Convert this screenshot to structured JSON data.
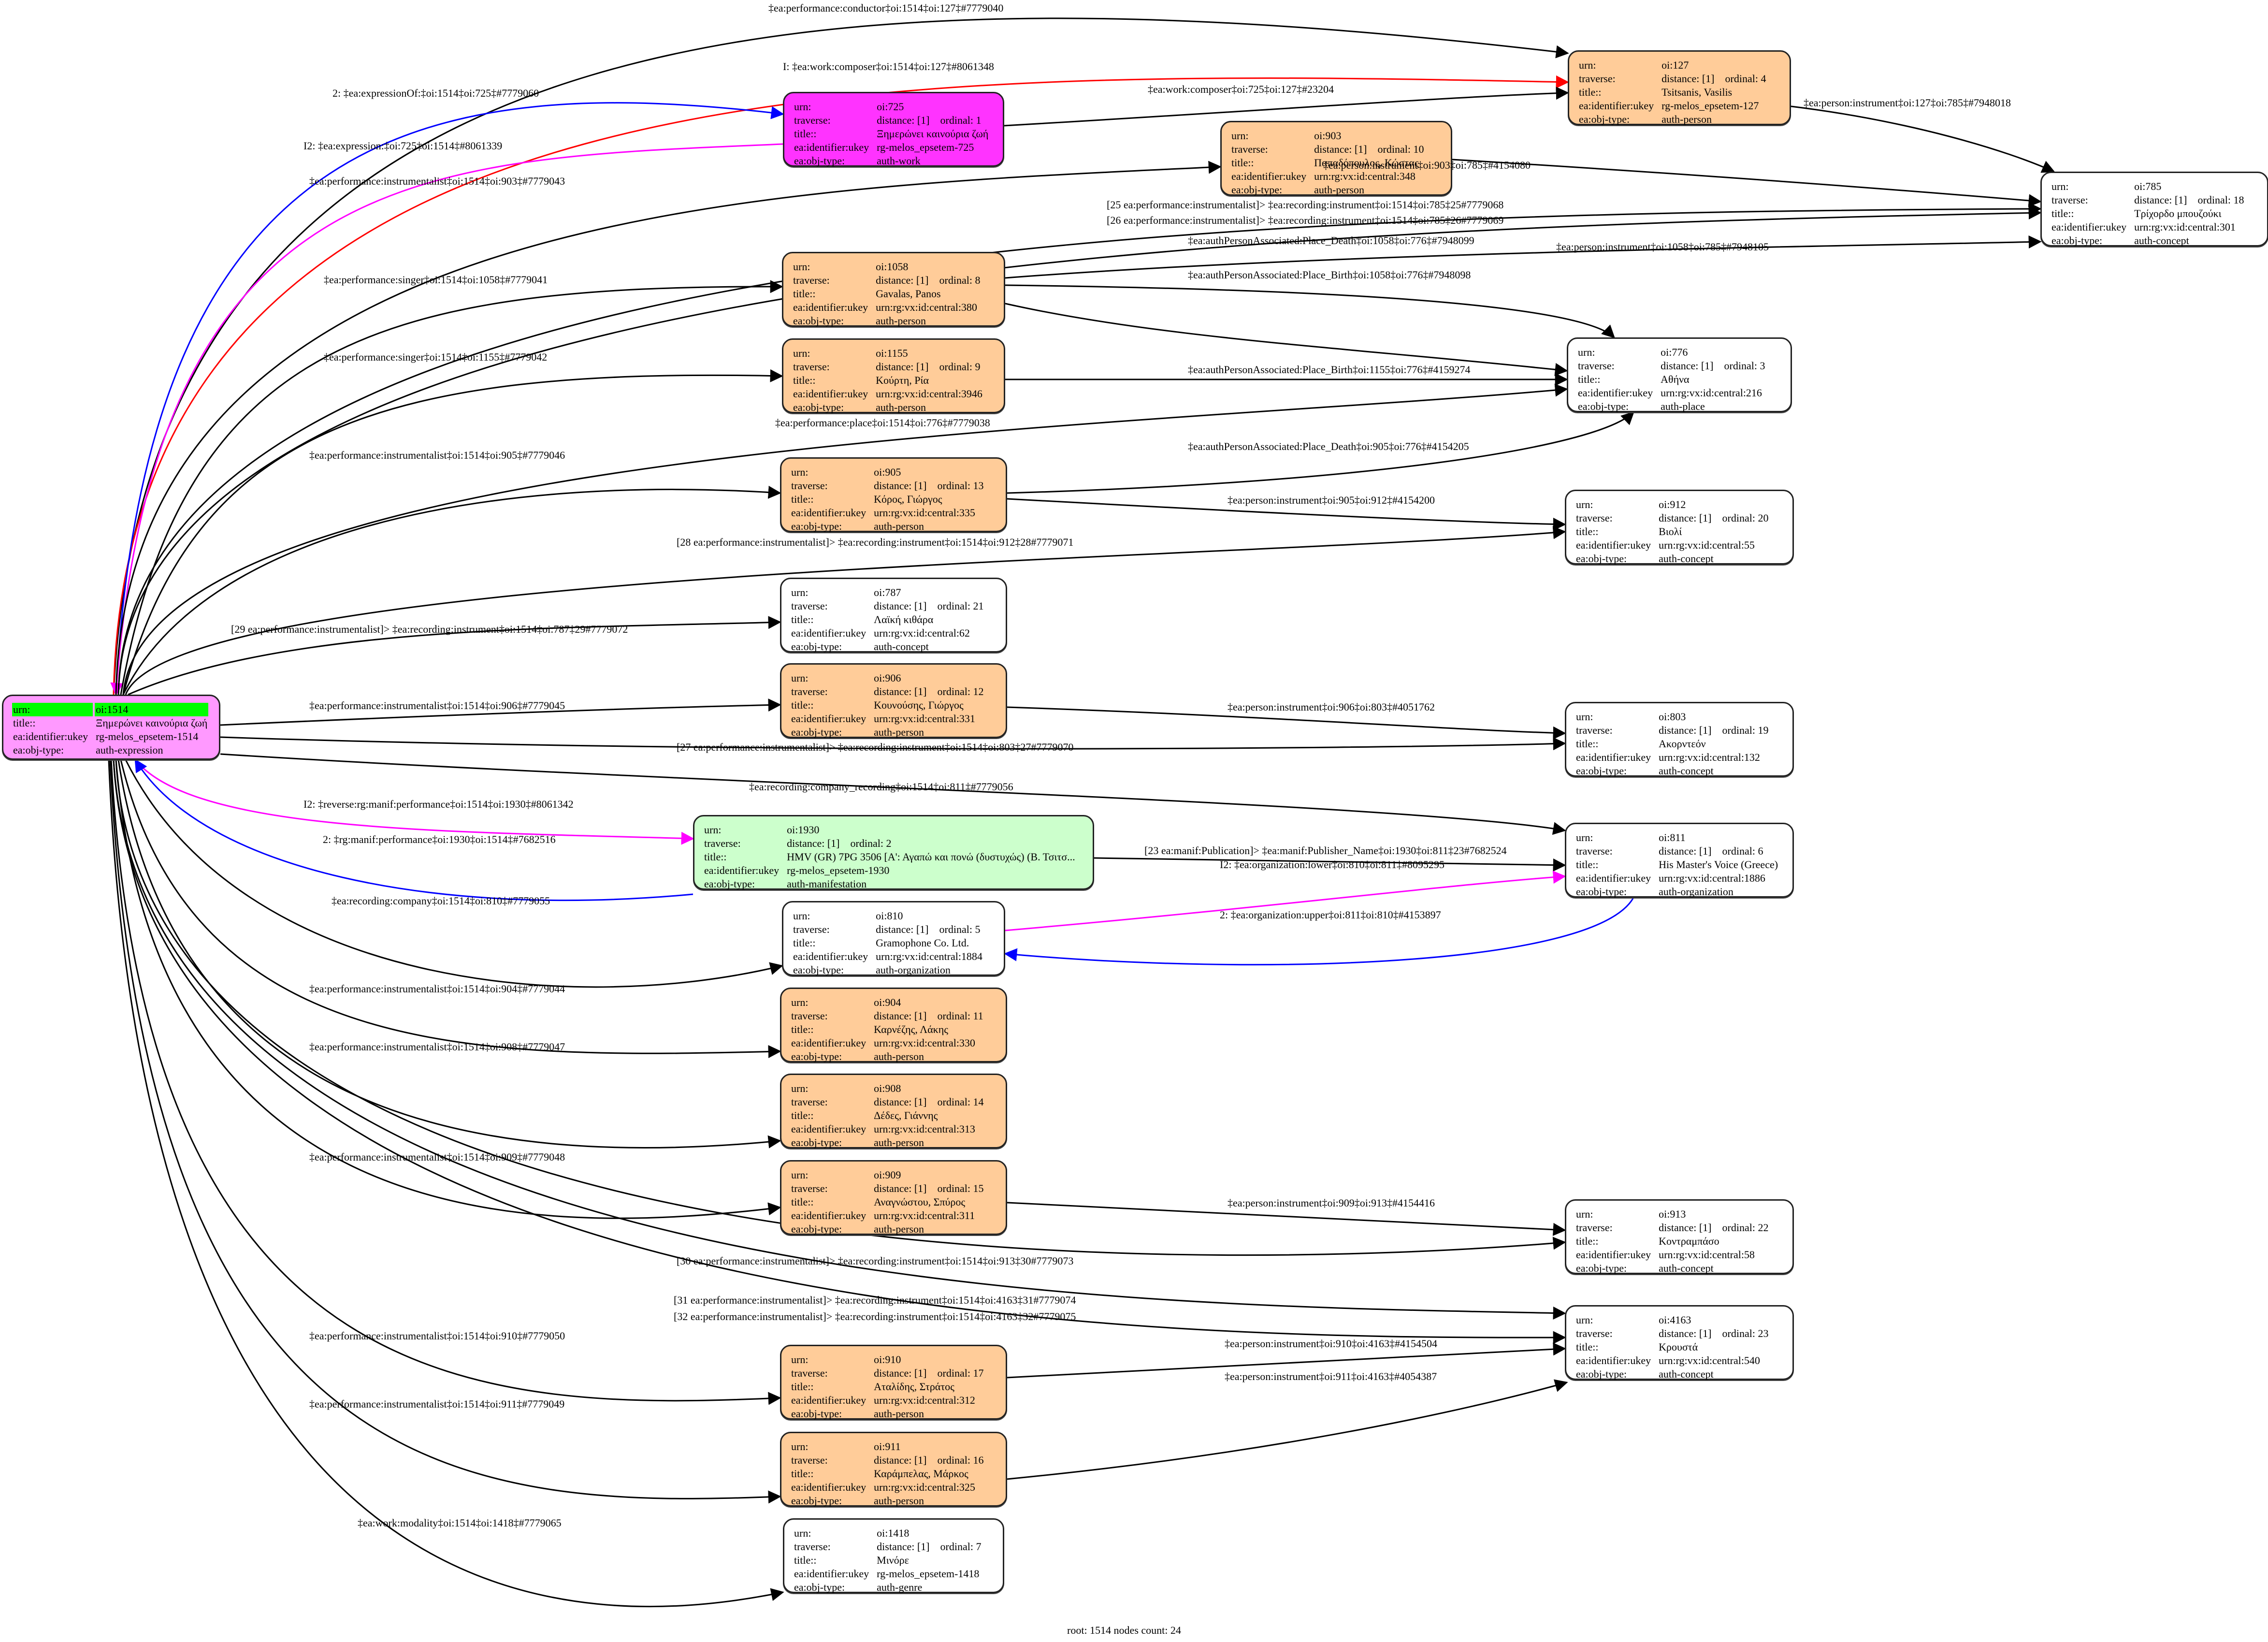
{
  "footer": "root: 1514 nodes count: 24",
  "colors": {
    "person": "#ffcc99",
    "work": "#ff33ff",
    "expression": "#ff99ff",
    "manifestation": "#ccffcc",
    "concept": "#ffffff",
    "root_highlight": "#00ff00",
    "edge_default": "#000000",
    "edge_red": "#ff0000",
    "edge_blue": "#0000ff",
    "edge_magenta": "#ff00ff"
  },
  "field_labels": {
    "urn": "urn:",
    "traverse": "traverse:",
    "title": "title::",
    "ukey": "ea:identifier:ukey",
    "type": "ea:obj-type:"
  },
  "nodes": [
    {
      "id": "oi:1514",
      "kind": "expression",
      "root": true,
      "title": "Ξημερώνει καινούρια ζωή",
      "ukey": "rg-melos_epsetem-1514",
      "type": "auth-expression"
    },
    {
      "id": "oi:725",
      "kind": "work",
      "distance": "distance: [1]",
      "ordinal": "ordinal: 1",
      "title": "Ξημερώνει καινούρια ζωή",
      "ukey": "rg-melos_epsetem-725",
      "type": "auth-work"
    },
    {
      "id": "oi:127",
      "kind": "person",
      "distance": "distance: [1]",
      "ordinal": "ordinal: 4",
      "title": "Tsitsanis, Vasilis",
      "ukey": "rg-melos_epsetem-127",
      "type": "auth-person"
    },
    {
      "id": "oi:903",
      "kind": "person",
      "distance": "distance: [1]",
      "ordinal": "ordinal: 10",
      "title": "Παπαδόπουλος, Κώστας",
      "ukey": "urn:rg:vx:id:central:348",
      "type": "auth-person"
    },
    {
      "id": "oi:785",
      "kind": "concept",
      "distance": "distance: [1]",
      "ordinal": "ordinal: 18",
      "title": "Τρίχορδο μπουζούκι",
      "ukey": "urn:rg:vx:id:central:301",
      "type": "auth-concept"
    },
    {
      "id": "oi:1058",
      "kind": "person",
      "distance": "distance: [1]",
      "ordinal": "ordinal: 8",
      "title": "Gavalas, Panos",
      "ukey": "urn:rg:vx:id:central:380",
      "type": "auth-person"
    },
    {
      "id": "oi:1155",
      "kind": "person",
      "distance": "distance: [1]",
      "ordinal": "ordinal: 9",
      "title": "Κούρτη, Ρία",
      "ukey": "urn:rg:vx:id:central:3946",
      "type": "auth-person"
    },
    {
      "id": "oi:776",
      "kind": "concept",
      "distance": "distance: [1]",
      "ordinal": "ordinal: 3",
      "title": "Αθήνα",
      "ukey": "urn:rg:vx:id:central:216",
      "type": "auth-place"
    },
    {
      "id": "oi:905",
      "kind": "person",
      "distance": "distance: [1]",
      "ordinal": "ordinal: 13",
      "title": "Κόρος, Γιώργος",
      "ukey": "urn:rg:vx:id:central:335",
      "type": "auth-person"
    },
    {
      "id": "oi:912",
      "kind": "concept",
      "distance": "distance: [1]",
      "ordinal": "ordinal: 20",
      "title": "Βιολί",
      "ukey": "urn:rg:vx:id:central:55",
      "type": "auth-concept"
    },
    {
      "id": "oi:787",
      "kind": "concept",
      "distance": "distance: [1]",
      "ordinal": "ordinal: 21",
      "title": "Λαϊκή κιθάρα",
      "ukey": "urn:rg:vx:id:central:62",
      "type": "auth-concept"
    },
    {
      "id": "oi:906",
      "kind": "person",
      "distance": "distance: [1]",
      "ordinal": "ordinal: 12",
      "title": "Κουνούσης, Γιώργος",
      "ukey": "urn:rg:vx:id:central:331",
      "type": "auth-person"
    },
    {
      "id": "oi:803",
      "kind": "concept",
      "distance": "distance: [1]",
      "ordinal": "ordinal: 19",
      "title": "Ακορντεόν",
      "ukey": "urn:rg:vx:id:central:132",
      "type": "auth-concept"
    },
    {
      "id": "oi:1930",
      "kind": "manifestation",
      "distance": "distance: [1]",
      "ordinal": "ordinal: 2",
      "title": "HMV (GR) 7PG 3506 [Α': Αγαπώ και πονώ (δυστυχώς) (Β. Τσιτσ...",
      "ukey": "rg-melos_epsetem-1930",
      "type": "auth-manifestation"
    },
    {
      "id": "oi:811",
      "kind": "concept",
      "distance": "distance: [1]",
      "ordinal": "ordinal: 6",
      "title": "His Master's Voice (Greece)",
      "ukey": "urn:rg:vx:id:central:1886",
      "type": "auth-organization"
    },
    {
      "id": "oi:810",
      "kind": "concept",
      "distance": "distance: [1]",
      "ordinal": "ordinal: 5",
      "title": "Gramophone Co. Ltd.",
      "ukey": "urn:rg:vx:id:central:1884",
      "type": "auth-organization"
    },
    {
      "id": "oi:904",
      "kind": "person",
      "distance": "distance: [1]",
      "ordinal": "ordinal: 11",
      "title": "Καρνέζης, Λάκης",
      "ukey": "urn:rg:vx:id:central:330",
      "type": "auth-person"
    },
    {
      "id": "oi:908",
      "kind": "person",
      "distance": "distance: [1]",
      "ordinal": "ordinal: 14",
      "title": "Δέδες, Γιάννης",
      "ukey": "urn:rg:vx:id:central:313",
      "type": "auth-person"
    },
    {
      "id": "oi:909",
      "kind": "person",
      "distance": "distance: [1]",
      "ordinal": "ordinal: 15",
      "title": "Αναγνώστου, Σπύρος",
      "ukey": "urn:rg:vx:id:central:311",
      "type": "auth-person"
    },
    {
      "id": "oi:913",
      "kind": "concept",
      "distance": "distance: [1]",
      "ordinal": "ordinal: 22",
      "title": "Κοντραμπάσο",
      "ukey": "urn:rg:vx:id:central:58",
      "type": "auth-concept"
    },
    {
      "id": "oi:4163",
      "kind": "concept",
      "distance": "distance: [1]",
      "ordinal": "ordinal: 23",
      "title": "Κρουστά",
      "ukey": "urn:rg:vx:id:central:540",
      "type": "auth-concept"
    },
    {
      "id": "oi:910",
      "kind": "person",
      "distance": "distance: [1]",
      "ordinal": "ordinal: 17",
      "title": "Αταλίδης, Στράτος",
      "ukey": "urn:rg:vx:id:central:312",
      "type": "auth-person"
    },
    {
      "id": "oi:911",
      "kind": "person",
      "distance": "distance: [1]",
      "ordinal": "ordinal: 16",
      "title": "Καράμπελας, Μάρκος",
      "ukey": "urn:rg:vx:id:central:325",
      "type": "auth-person"
    },
    {
      "id": "oi:1418",
      "kind": "concept",
      "distance": "distance: [1]",
      "ordinal": "ordinal: 7",
      "title": "Μινόρε",
      "ukey": "rg-melos_epsetem-1418",
      "type": "auth-genre"
    }
  ],
  "edges": [
    {
      "from": "oi:1514",
      "to": "oi:127",
      "color": "edge_default",
      "label": "‡ea:performance:conductor‡oi:1514‡oi:127‡#7779040"
    },
    {
      "from": "oi:1514",
      "to": "oi:127",
      "color": "edge_red",
      "label": "I: ‡ea:work:composer‡oi:1514‡oi:127‡#8061348"
    },
    {
      "from": "oi:1514",
      "to": "oi:725",
      "color": "edge_blue",
      "label": "2: ‡ea:expressionOf:‡oi:1514‡oi:725‡#7779060"
    },
    {
      "from": "oi:725",
      "to": "oi:1514",
      "color": "edge_magenta",
      "label": "I2: ‡ea:expression:‡oi:725‡oi:1514‡#8061339"
    },
    {
      "from": "oi:725",
      "to": "oi:127",
      "color": "edge_default",
      "label": "‡ea:work:composer‡oi:725‡oi:127‡#23204"
    },
    {
      "from": "oi:127",
      "to": "oi:785",
      "color": "edge_default",
      "label": "‡ea:person:instrument‡oi:127‡oi:785‡#7948018"
    },
    {
      "from": "oi:1514",
      "to": "oi:903",
      "color": "edge_default",
      "label": "‡ea:performance:instrumentalist‡oi:1514‡oi:903‡#7779043"
    },
    {
      "from": "oi:903",
      "to": "oi:785",
      "color": "edge_default",
      "label": "‡ea:person:instrument‡oi:903‡oi:785‡#4154080"
    },
    {
      "from": "oi:1514",
      "to": "oi:785",
      "color": "edge_default",
      "label": "[25 ea:performance:instrumentalist]> ‡ea:recording:instrument‡oi:1514‡oi:785‡25#7779068"
    },
    {
      "from": "oi:1514",
      "to": "oi:785",
      "color": "edge_default",
      "label": "[26 ea:performance:instrumentalist]> ‡ea:recording:instrument‡oi:1514‡oi:785‡26#7779069"
    },
    {
      "from": "oi:1058",
      "to": "oi:785",
      "color": "edge_default",
      "label": "‡ea:person:instrument‡oi:1058‡oi:785‡#7948105"
    },
    {
      "from": "oi:1514",
      "to": "oi:1058",
      "color": "edge_default",
      "label": "‡ea:performance:singer‡oi:1514‡oi:1058‡#7779041"
    },
    {
      "from": "oi:1058",
      "to": "oi:776",
      "color": "edge_default",
      "label": "‡ea:authPersonAssociated:Place_Death‡oi:1058‡oi:776‡#7948099"
    },
    {
      "from": "oi:1058",
      "to": "oi:776",
      "color": "edge_default",
      "label": "‡ea:authPersonAssociated:Place_Birth‡oi:1058‡oi:776‡#7948098"
    },
    {
      "from": "oi:1514",
      "to": "oi:1155",
      "color": "edge_default",
      "label": "‡ea:performance:singer‡oi:1514‡oi:1155‡#7779042"
    },
    {
      "from": "oi:1155",
      "to": "oi:776",
      "color": "edge_default",
      "label": "‡ea:authPersonAssociated:Place_Birth‡oi:1155‡oi:776‡#4159274"
    },
    {
      "from": "oi:1514",
      "to": "oi:776",
      "color": "edge_default",
      "label": "‡ea:performance:place‡oi:1514‡oi:776‡#7779038"
    },
    {
      "from": "oi:1514",
      "to": "oi:905",
      "color": "edge_default",
      "label": "‡ea:performance:instrumentalist‡oi:1514‡oi:905‡#7779046"
    },
    {
      "from": "oi:905",
      "to": "oi:776",
      "color": "edge_default",
      "label": "‡ea:authPersonAssociated:Place_Death‡oi:905‡oi:776‡#4154205"
    },
    {
      "from": "oi:905",
      "to": "oi:912",
      "color": "edge_default",
      "label": "‡ea:person:instrument‡oi:905‡oi:912‡#4154200"
    },
    {
      "from": "oi:1514",
      "to": "oi:912",
      "color": "edge_default",
      "label": "[28 ea:performance:instrumentalist]> ‡ea:recording:instrument‡oi:1514‡oi:912‡28#7779071"
    },
    {
      "from": "oi:1514",
      "to": "oi:787",
      "color": "edge_default",
      "label": "[29 ea:performance:instrumentalist]> ‡ea:recording:instrument‡oi:1514‡oi:787‡29#7779072"
    },
    {
      "from": "oi:1514",
      "to": "oi:906",
      "color": "edge_default",
      "label": "‡ea:performance:instrumentalist‡oi:1514‡oi:906‡#7779045"
    },
    {
      "from": "oi:906",
      "to": "oi:803",
      "color": "edge_default",
      "label": "‡ea:person:instrument‡oi:906‡oi:803‡#4051762"
    },
    {
      "from": "oi:1514",
      "to": "oi:803",
      "color": "edge_default",
      "label": "[27 ea:performance:instrumentalist]> ‡ea:recording:instrument‡oi:1514‡oi:803‡27#7779070"
    },
    {
      "from": "oi:1514",
      "to": "oi:811",
      "color": "edge_default",
      "label": "‡ea:recording:company_recording‡oi:1514‡oi:811‡#7779056"
    },
    {
      "from": "oi:1514",
      "to": "oi:1930",
      "color": "edge_magenta",
      "label": "I2: ‡reverse:rg:manif:performance‡oi:1514‡oi:1930‡#8061342"
    },
    {
      "from": "oi:1930",
      "to": "oi:1514",
      "color": "edge_blue",
      "label": "2: ‡rg:manif:performance‡oi:1930‡oi:1514‡#7682516"
    },
    {
      "from": "oi:1930",
      "to": "oi:811",
      "color": "edge_default",
      "label": "[23 ea:manif:Publication]> ‡ea:manif:Publisher_Name‡oi:1930‡oi:811‡23#7682524"
    },
    {
      "from": "oi:810",
      "to": "oi:811",
      "color": "edge_magenta",
      "label": "I2: ‡ea:organization:lower‡oi:810‡oi:811‡#8095295"
    },
    {
      "from": "oi:811",
      "to": "oi:810",
      "color": "edge_blue",
      "label": "2: ‡ea:organization:upper‡oi:811‡oi:810‡#4153897"
    },
    {
      "from": "oi:1514",
      "to": "oi:810",
      "color": "edge_default",
      "label": "‡ea:recording:company‡oi:1514‡oi:810‡#7779055"
    },
    {
      "from": "oi:1514",
      "to": "oi:904",
      "color": "edge_default",
      "label": "‡ea:performance:instrumentalist‡oi:1514‡oi:904‡#7779044"
    },
    {
      "from": "oi:1514",
      "to": "oi:908",
      "color": "edge_default",
      "label": "‡ea:performance:instrumentalist‡oi:1514‡oi:908‡#7779047"
    },
    {
      "from": "oi:1514",
      "to": "oi:909",
      "color": "edge_default",
      "label": "‡ea:performance:instrumentalist‡oi:1514‡oi:909‡#7779048"
    },
    {
      "from": "oi:909",
      "to": "oi:913",
      "color": "edge_default",
      "label": "‡ea:person:instrument‡oi:909‡oi:913‡#4154416"
    },
    {
      "from": "oi:1514",
      "to": "oi:913",
      "color": "edge_default",
      "label": "[30 ea:performance:instrumentalist]> ‡ea:recording:instrument‡oi:1514‡oi:913‡30#7779073"
    },
    {
      "from": "oi:1514",
      "to": "oi:4163",
      "color": "edge_default",
      "label": "[31 ea:performance:instrumentalist]> ‡ea:recording:instrument‡oi:1514‡oi:4163‡31#7779074"
    },
    {
      "from": "oi:1514",
      "to": "oi:4163",
      "color": "edge_default",
      "label": "[32 ea:performance:instrumentalist]> ‡ea:recording:instrument‡oi:1514‡oi:4163‡32#7779075"
    },
    {
      "from": "oi:1514",
      "to": "oi:910",
      "color": "edge_default",
      "label": "‡ea:performance:instrumentalist‡oi:1514‡oi:910‡#7779050"
    },
    {
      "from": "oi:910",
      "to": "oi:4163",
      "color": "edge_default",
      "label": "‡ea:person:instrument‡oi:910‡oi:4163‡#4154504"
    },
    {
      "from": "oi:1514",
      "to": "oi:911",
      "color": "edge_default",
      "label": "‡ea:performance:instrumentalist‡oi:1514‡oi:911‡#7779049"
    },
    {
      "from": "oi:911",
      "to": "oi:4163",
      "color": "edge_default",
      "label": "‡ea:person:instrument‡oi:911‡oi:4163‡#4054387"
    },
    {
      "from": "oi:1514",
      "to": "oi:1418",
      "color": "edge_default",
      "label": "‡ea:work:modality‡oi:1514‡oi:1418‡#7779065"
    }
  ]
}
